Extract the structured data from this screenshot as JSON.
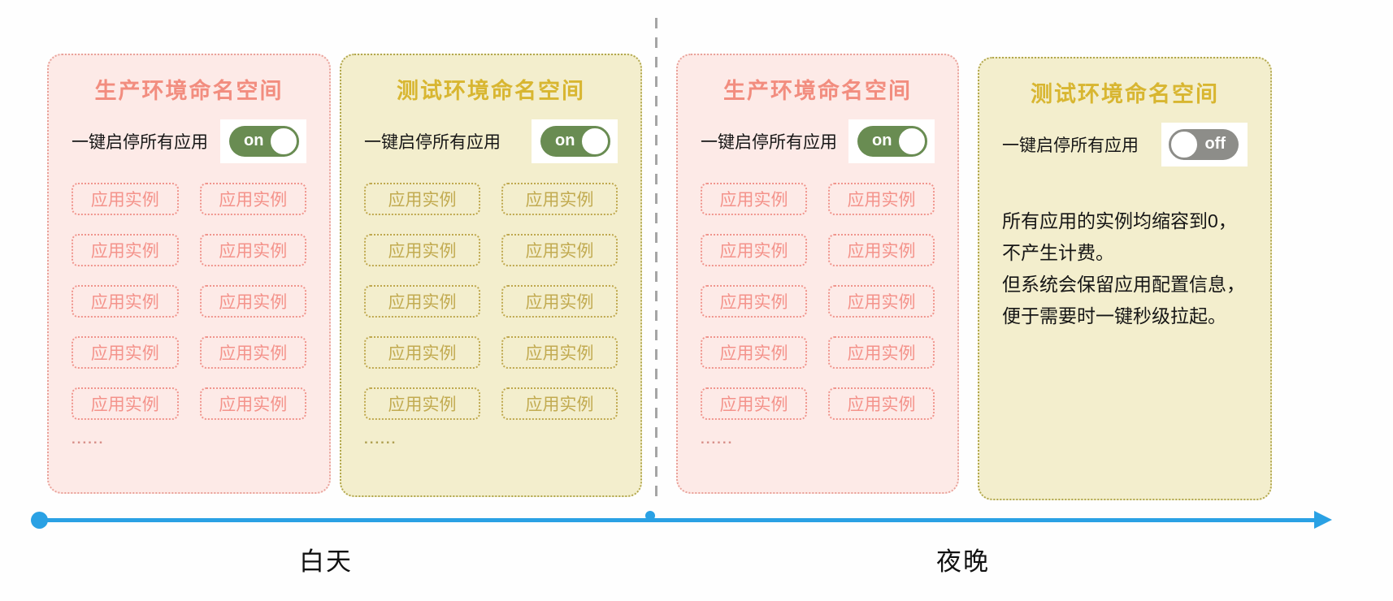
{
  "colors": {
    "pink_panel_bg": "#fdeae7",
    "pink_panel_border": "#e9a29a",
    "pink_title": "#f28d7f",
    "pink_chip": "#f4938b",
    "olive_panel_bg": "#f3eecd",
    "olive_panel_border": "#b2a74d",
    "olive_title": "#d8b631",
    "olive_chip": "#c2ab51",
    "toggle_on_green": "#698c52",
    "toggle_off_gray": "#8d8d89",
    "timeline_blue": "#2aa1e4",
    "divider_gray": "#a5a5a5"
  },
  "panels": [
    {
      "title": "生产环境命名空间",
      "toggle_label": "一键启停所有应用",
      "toggle_state": "on",
      "chip_label": "应用实例",
      "chip_count": 10,
      "ellipsis": "......"
    },
    {
      "title": "测试环境命名空间",
      "toggle_label": "一键启停所有应用",
      "toggle_state": "on",
      "chip_label": "应用实例",
      "chip_count": 10,
      "ellipsis": "......"
    },
    {
      "title": "生产环境命名空间",
      "toggle_label": "一键启停所有应用",
      "toggle_state": "on",
      "chip_label": "应用实例",
      "chip_count": 10,
      "ellipsis": "......"
    },
    {
      "title": "测试环境命名空间",
      "toggle_label": "一键启停所有应用",
      "toggle_state": "off",
      "note_lines": [
        "所有应用的实例均缩容到0，",
        "不产生计费。",
        "但系统会保留应用配置信息，",
        "便于需要时一键秒级拉起。"
      ]
    }
  ],
  "timeline": {
    "day_label": "白天",
    "night_label": "夜晚"
  }
}
